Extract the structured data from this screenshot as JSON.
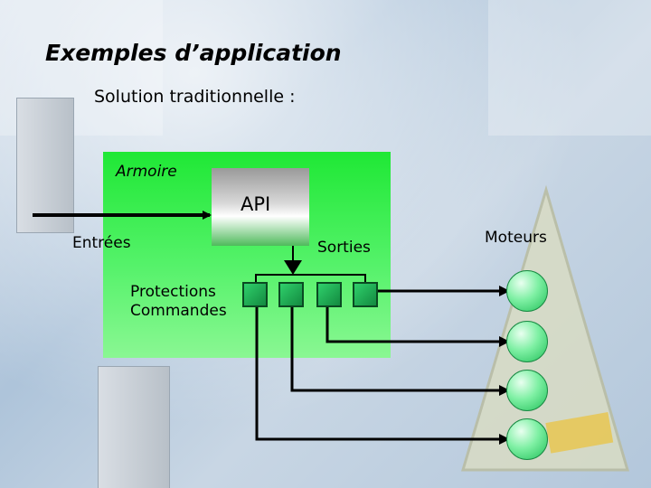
{
  "slide": {
    "title": "Exemples d’application",
    "subtitle": "Solution traditionnelle :"
  },
  "diagram": {
    "enclosure_label": "Armoire",
    "plc_label": "API",
    "inputs_label": "Entrées",
    "outputs_label": "Sorties",
    "protections_label": "Protections",
    "commands_label": "Commandes",
    "motors_label": "Moteurs",
    "output_module_count": 4,
    "motor_count": 4,
    "colors": {
      "enclosure": "#33ee48",
      "module": "#1fae55",
      "motor": "#7ff0a4",
      "wire": "#000000"
    }
  }
}
